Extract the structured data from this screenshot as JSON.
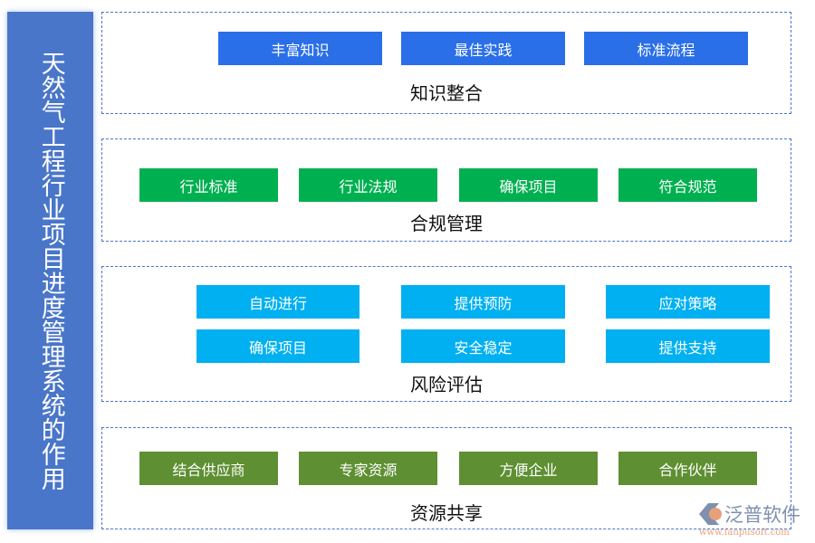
{
  "title": "天然气工程行业项目进度管理系统的作用",
  "colors": {
    "panel": "#4a76c9",
    "knowledge": "#2a6fe8",
    "compliance": "#00b050",
    "risk": "#00b0f0",
    "resource": "#5e8f32"
  },
  "sections": [
    {
      "label": "知识整合",
      "items": [
        "丰富知识",
        "最佳实践",
        "标准流程"
      ]
    },
    {
      "label": "合规管理",
      "items": [
        "行业标准",
        "行业法规",
        "确保项目",
        "符合规范"
      ]
    },
    {
      "label": "风险评估",
      "items": [
        "自动进行",
        "提供预防",
        "应对策略",
        "确保项目",
        "安全稳定",
        "提供支持"
      ]
    },
    {
      "label": "资源共享",
      "items": [
        "结合供应商",
        "专家资源",
        "方便企业",
        "合作伙伴"
      ]
    }
  ],
  "logo": {
    "name": "泛普软件",
    "url": "www.fanpusoft.com"
  }
}
